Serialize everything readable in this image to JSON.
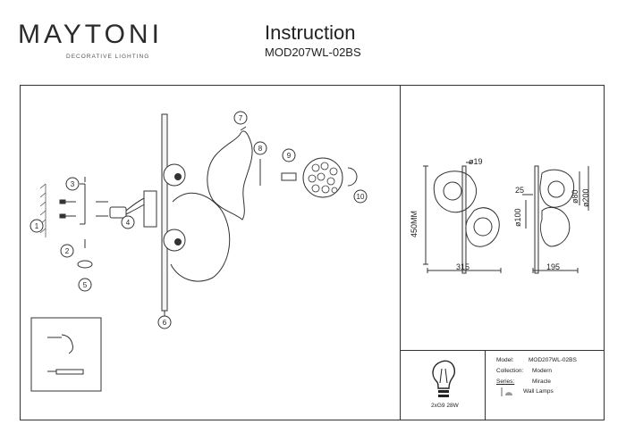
{
  "header": {
    "brand_name": "MAYTONI",
    "brand_tagline": "DECORATIVE LIGHTING",
    "title": "Instruction",
    "model": "MOD207WL-02BS"
  },
  "assembly": {
    "step_numbers": [
      "1",
      "2",
      "3",
      "4",
      "5",
      "6",
      "7",
      "8",
      "9",
      "10"
    ]
  },
  "dimensions": {
    "pipe_diameter": "ø19",
    "height": "450MM",
    "width": "315",
    "depth": "195",
    "offset": "25",
    "shade_small": "ø80",
    "shade_large": "ø200",
    "vertical_small": "ø100"
  },
  "bulb": {
    "spec": "2xG9 28W"
  },
  "info": {
    "model_label": "Model:",
    "model_value": "MOD207WL-02BS",
    "collection_label": "Collection:",
    "collection_value": "Modern",
    "series_label": "Series:",
    "series_value": "Miracle",
    "type_value": "Wall Lamps"
  }
}
